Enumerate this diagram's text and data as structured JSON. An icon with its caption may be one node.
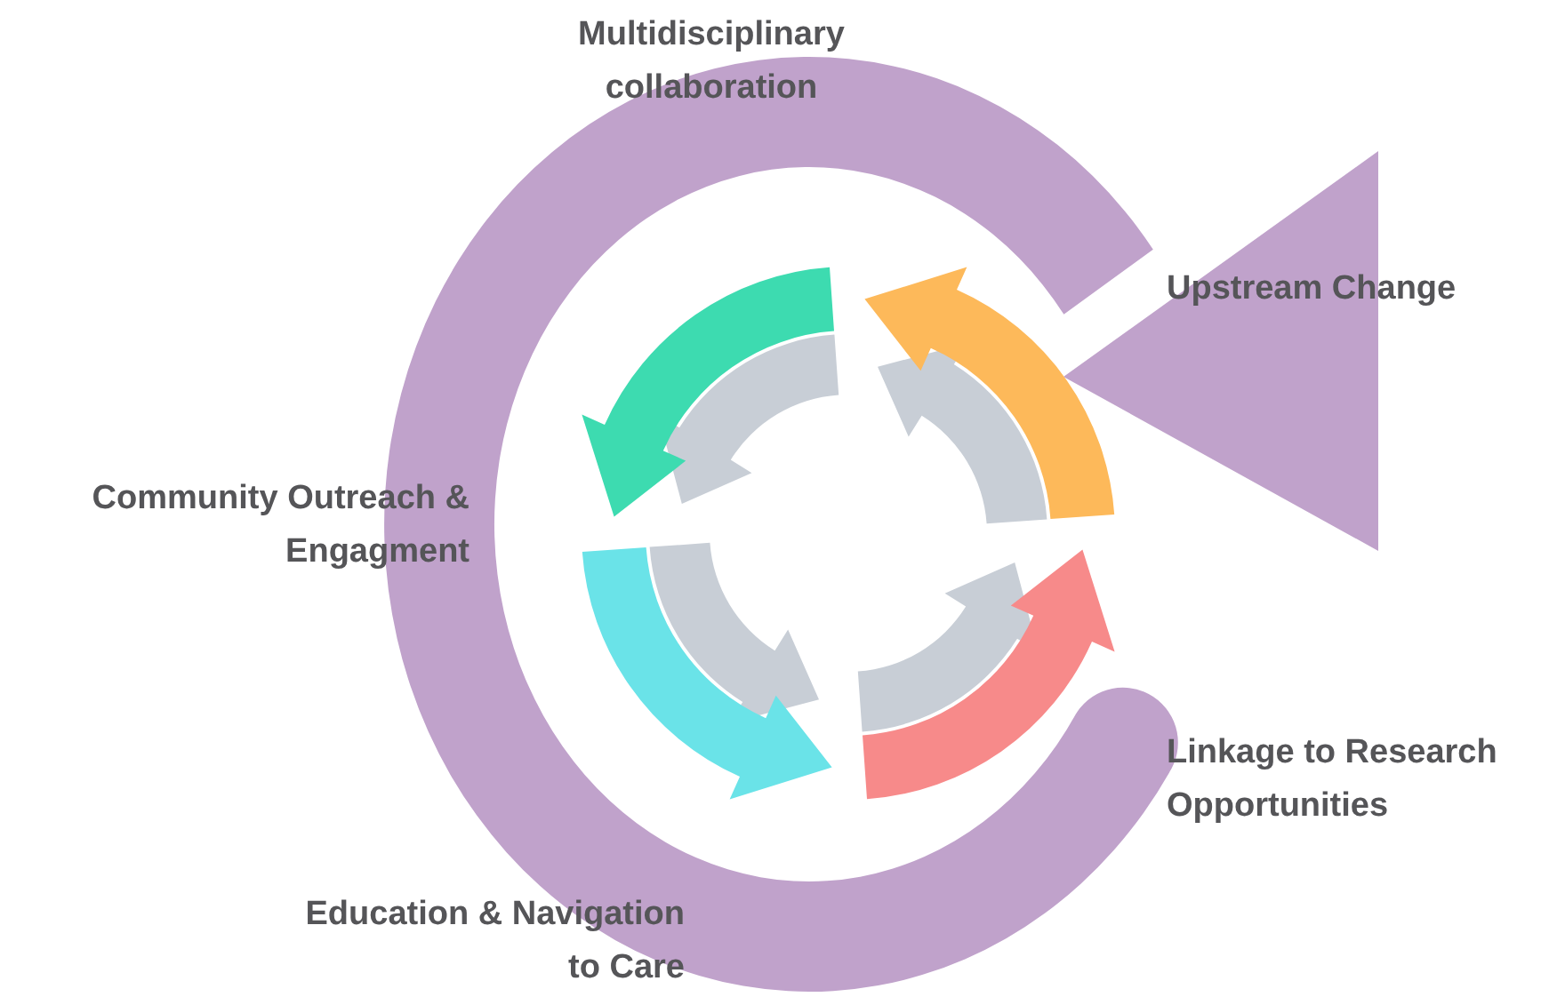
{
  "diagram": {
    "labels": [
      "Multidisciplinary collaboration",
      "Upstream Change",
      "Community Outreach & Engagment",
      "Linkage to Research Opportunities",
      "Education & Navigation to Care"
    ]
  }
}
